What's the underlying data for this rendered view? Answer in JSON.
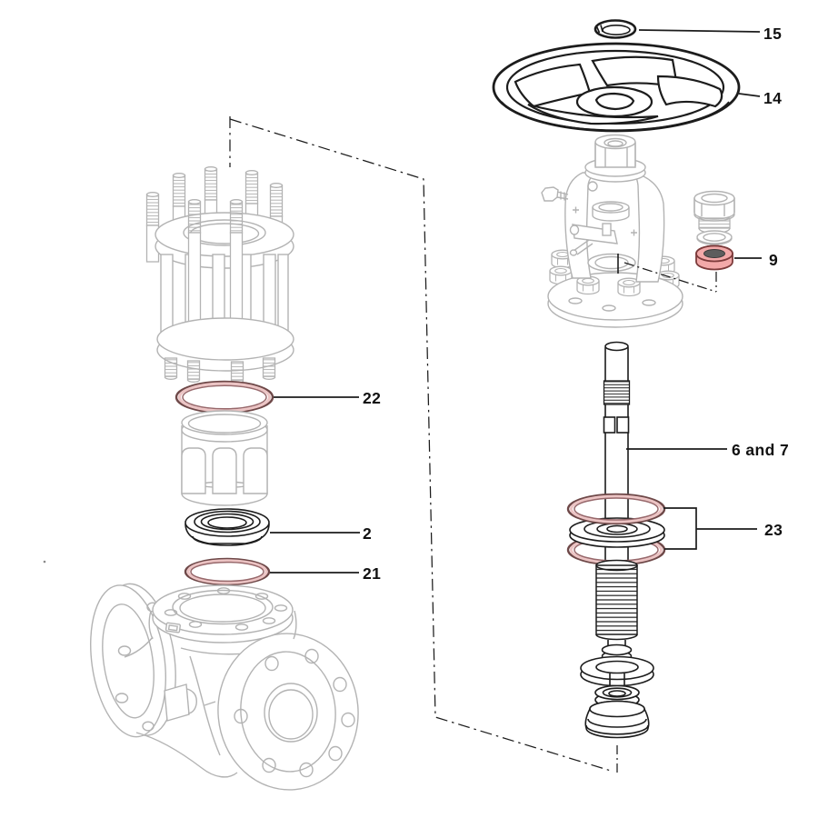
{
  "diagram": {
    "kind": "exploded-parts-diagram",
    "subject": "bolted-bonnet valve assembly with handwheel, stem, gaskets and body",
    "background": "#ffffff",
    "colors": {
      "line_dark": "#1c1c1c",
      "line_light": "#b3b3b3",
      "gasket_outline": "#6e4848",
      "gasket_band": "#ecc4c4",
      "gasket_inner": "#97686b",
      "highlight_fill": "#f2a9a9",
      "highlight_outline": "#7c3b3b",
      "bore_fill": "#5d5d5d"
    },
    "callouts": [
      {
        "label": "15",
        "part": "handwheel-lock-ring"
      },
      {
        "label": "14",
        "part": "handwheel"
      },
      {
        "label": "9",
        "part": "packing-ring",
        "highlighted": true
      },
      {
        "label": "6 and 7",
        "part": "valve-stem"
      },
      {
        "label": "23",
        "part": "stem-gasket-pair",
        "highlighted": true
      },
      {
        "label": "22",
        "part": "upper-gasket",
        "highlighted": true
      },
      {
        "label": "2",
        "part": "seat-ring"
      },
      {
        "label": "21",
        "part": "lower-gasket",
        "highlighted": true
      }
    ]
  }
}
